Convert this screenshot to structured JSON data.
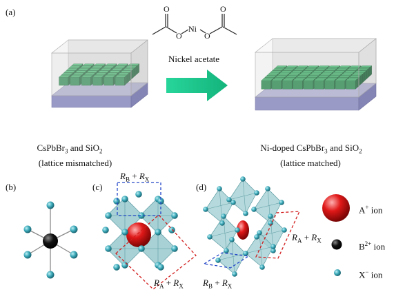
{
  "panels": {
    "a": "(a)",
    "b": "(b)",
    "c": "(c)",
    "d": "(d)"
  },
  "reagent": {
    "ni_atom": "Ni",
    "o_left": "O",
    "o_right": "O",
    "name": "Nickel acetate"
  },
  "left_film": {
    "formula_a": "CsPbBr",
    "sub_a": "3",
    "formula_b": " and SiO",
    "sub_b": "2",
    "note": "(lattice mismatched)"
  },
  "right_film": {
    "formula_a": "Ni-doped CsPbBr",
    "sub_a": "3",
    "formula_b": " and SiO",
    "sub_b": "2",
    "note": "(lattice matched)"
  },
  "dims": {
    "c_top": {
      "r1": "R",
      "s1": "B",
      "plus": " + ",
      "r2": "R",
      "s2": "X"
    },
    "c_bottom": {
      "r1": "R",
      "s1": "A",
      "plus": " + ",
      "r2": "R",
      "s2": "X"
    },
    "d_right": {
      "r1": "R",
      "s1": "A",
      "plus": " + ",
      "r2": "R",
      "s2": "X"
    },
    "d_bottom": {
      "r1": "R",
      "s1": "B",
      "plus": " + ",
      "r2": "R",
      "s2": "X"
    }
  },
  "legend": {
    "a_ion": {
      "base": "A",
      "sup": "+",
      "rest": " ion"
    },
    "b_ion": {
      "base": "B",
      "sup": "2+",
      "rest": " ion"
    },
    "x_ion": {
      "base": "X",
      "sup": "−",
      "rest": " ion"
    }
  },
  "colors": {
    "cube_light": "#3fae6a",
    "cube_dark": "#1f6b3c",
    "substrate": "#a6a6cc",
    "glass": "#c7c7c7",
    "arrow": "#1fc48a",
    "octahedron": "#8fc3c8",
    "x_ion": "#3aa8b8",
    "a_ion": "#d10f0f",
    "b_ion": "#111111",
    "dash_blue": "#2346c8",
    "dash_red": "#d21e1e"
  }
}
